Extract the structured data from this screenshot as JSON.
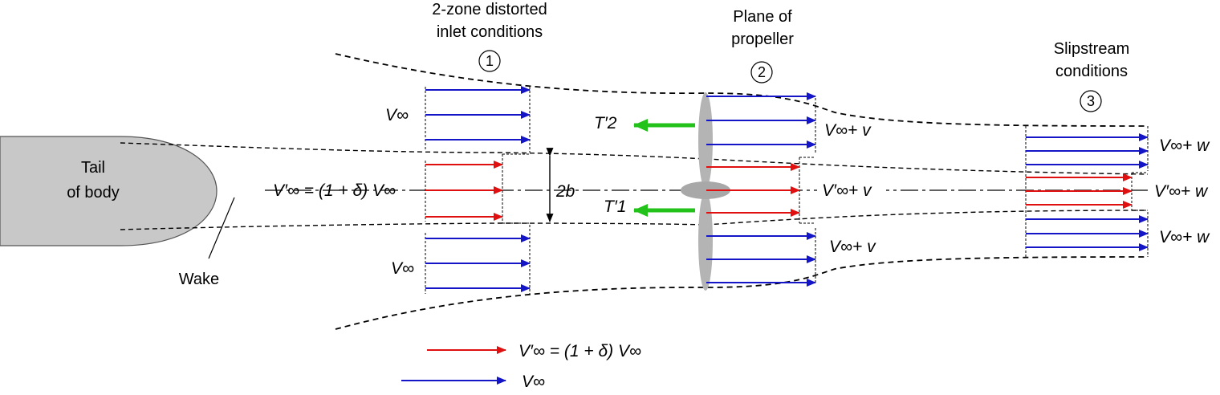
{
  "labels": {
    "tail_line1": "Tail",
    "tail_line2": "of body",
    "wake": "Wake",
    "station1_line1": "2-zone distorted",
    "station1_line2": "inlet conditions",
    "station1_num": "1",
    "station2_line1": "Plane of",
    "station2_line2": "propeller",
    "station2_num": "2",
    "station3_line1": "Slipstream",
    "station3_line2": "conditions",
    "station3_num": "3",
    "v_inf_upper": "V∞",
    "v_inf_lower": "V∞",
    "v_inf_prime_eq": "V′∞ = (1 + δ) V∞",
    "width_2b": "2b",
    "t2_prime": "T′2",
    "t1_prime": "T′1",
    "v_inf_plus_v_upper": "V∞+ v",
    "v_inf_prime_plus_v": "V′∞+ v",
    "v_inf_plus_v_lower": "V∞+ v",
    "v_inf_plus_w_upper": "V∞+ w",
    "v_inf_prime_plus_w": "V′∞+ w",
    "v_inf_plus_w_lower": "V∞+ w"
  },
  "legend": {
    "red_label": "V′∞ = (1 + δ) V∞",
    "blue_label": "V∞"
  },
  "colors": {
    "blue": "#1515c8",
    "red": "#e01010",
    "green": "#22c21a",
    "body_fill": "#c8c8c8",
    "propeller_fill": "#b4b4b4"
  }
}
